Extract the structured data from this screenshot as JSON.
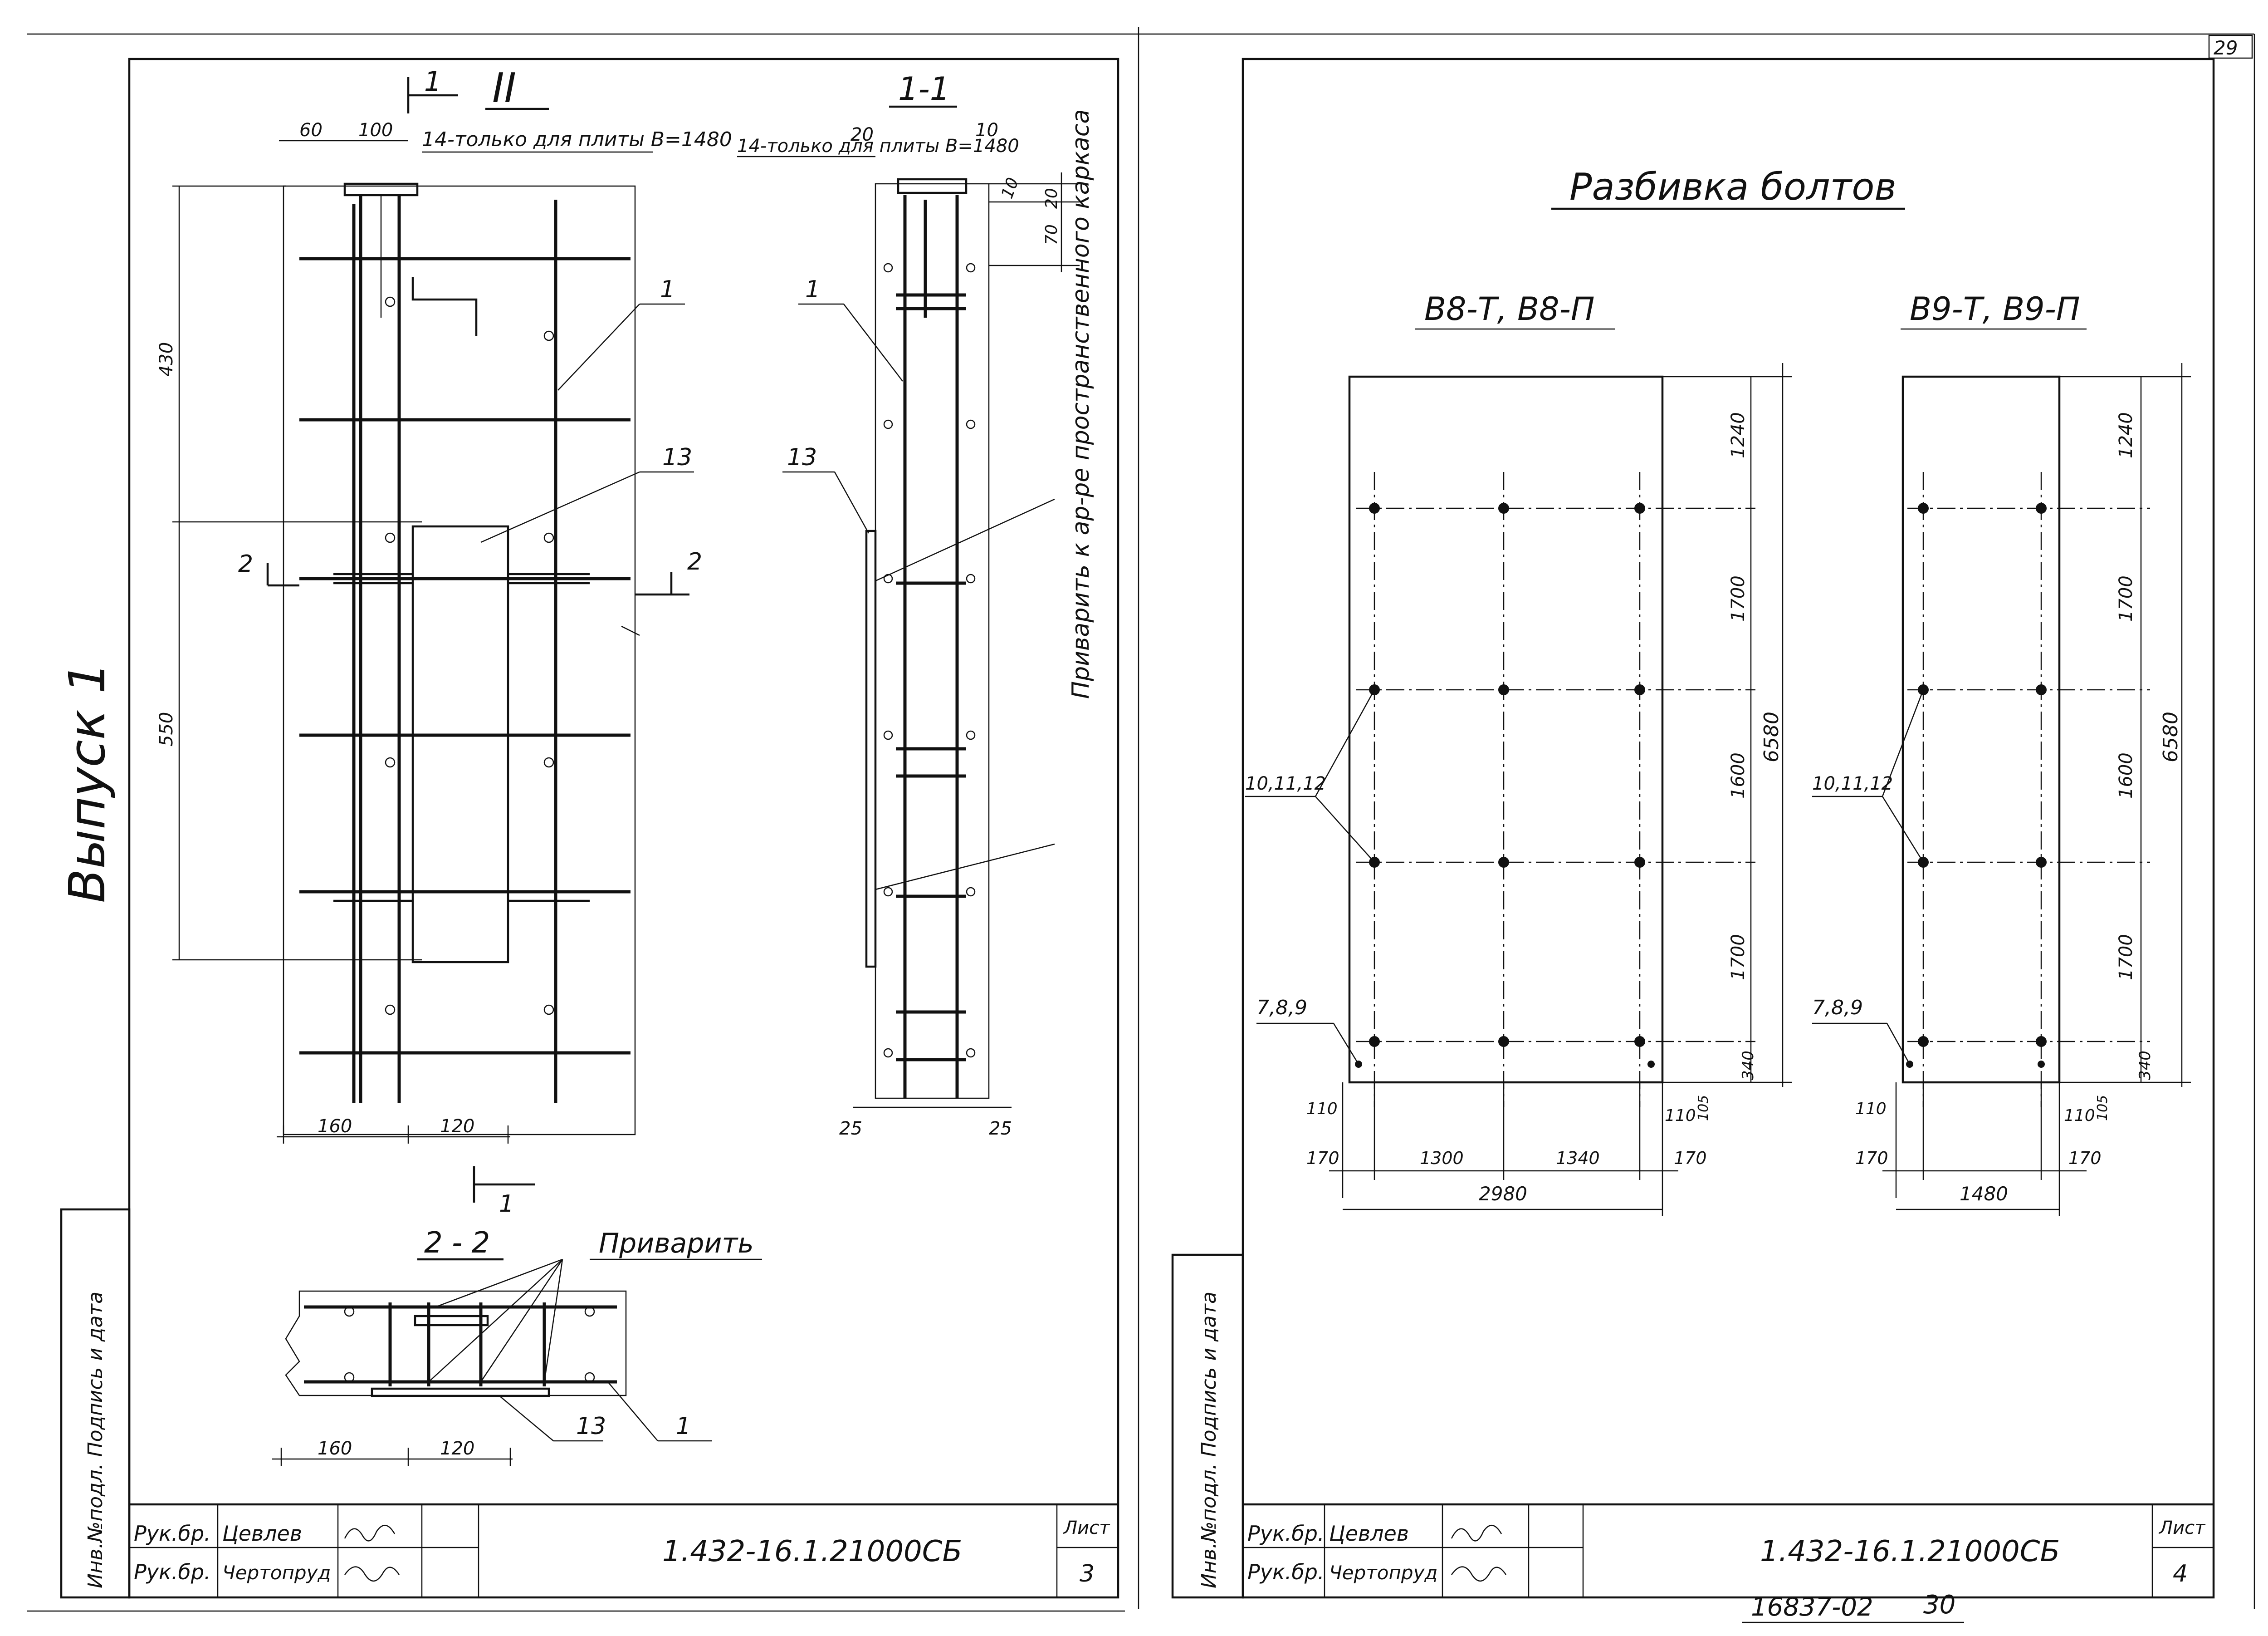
{
  "global": {
    "side_label": "Выпуск 1",
    "corner_number": "29",
    "bottom_number": "16837-02",
    "bottom_page": "30",
    "stamp_column_label": "Инв.№подл. Подпись и дата"
  },
  "sheet_left": {
    "view_title": "II",
    "section_mark": "1",
    "note": "14-только для плиты В=1480",
    "dims": {
      "top_a": "60",
      "top_b": "100",
      "left_upper": "430",
      "left_lower": "550",
      "bottom_a": "160",
      "bottom_b": "120"
    },
    "section_2_mark": "2",
    "callouts": {
      "bar": "1",
      "plate": "13"
    },
    "section_1_1": {
      "title": "1-1",
      "note": "14-только для плиты В=1480",
      "dims": {
        "d20": "20",
        "d10a": "10",
        "d10b": "10",
        "d20b": "20",
        "d70": "70",
        "d25a": "25",
        "d25b": "25"
      },
      "callout_bar": "1",
      "callout_plate": "13",
      "weld_note": "Приварить к ар-ре пространственного каркаса"
    },
    "section_2_2": {
      "title": "2 - 2",
      "weld_note": "Приварить",
      "dims": {
        "a": "160",
        "b": "120"
      },
      "callout_plate": "13",
      "callout_bar": "1"
    },
    "stamp": {
      "row1_role": "Рук.бр.",
      "row1_name": "Цевлев",
      "row2_role": "Рук.бр.",
      "row2_name": "Чертопруд",
      "code": "1.432-16.1.21000СБ",
      "sheet_label": "Лист",
      "sheet_no": "3"
    }
  },
  "sheet_right": {
    "title": "Разбивка болтов",
    "panels": [
      {
        "label": "В8-Т, В8-П",
        "callout_upper": "10,11,12",
        "callout_lower": "7,8,9",
        "vertical_dims": [
          "1240",
          "1700",
          "1600",
          "1700",
          "340"
        ],
        "overall_height": "6580",
        "small_dims": {
          "left": "110",
          "right": "110",
          "right_v": "105"
        },
        "horizontal_dims": [
          "170",
          "1300",
          "1340",
          "170"
        ],
        "overall_width": "2980"
      },
      {
        "label": "В9-Т, В9-П",
        "callout_upper": "10,11,12",
        "callout_lower": "7,8,9",
        "vertical_dims": [
          "1240",
          "1700",
          "1600",
          "1700",
          "340"
        ],
        "overall_height": "6580",
        "small_dims": {
          "left": "110",
          "right": "110",
          "right_v": "105"
        },
        "horizontal_dims": [
          "170",
          "170"
        ],
        "overall_width": "1480"
      }
    ],
    "stamp": {
      "row1_role": "Рук.бр.",
      "row1_name": "Цевлев",
      "row2_role": "Рук.бр.",
      "row2_name": "Чертопруд",
      "code": "1.432-16.1.21000СБ",
      "sheet_label": "Лист",
      "sheet_no": "4"
    },
    "stamp_column_label": "Инв.№подл. Подпись и дата"
  }
}
